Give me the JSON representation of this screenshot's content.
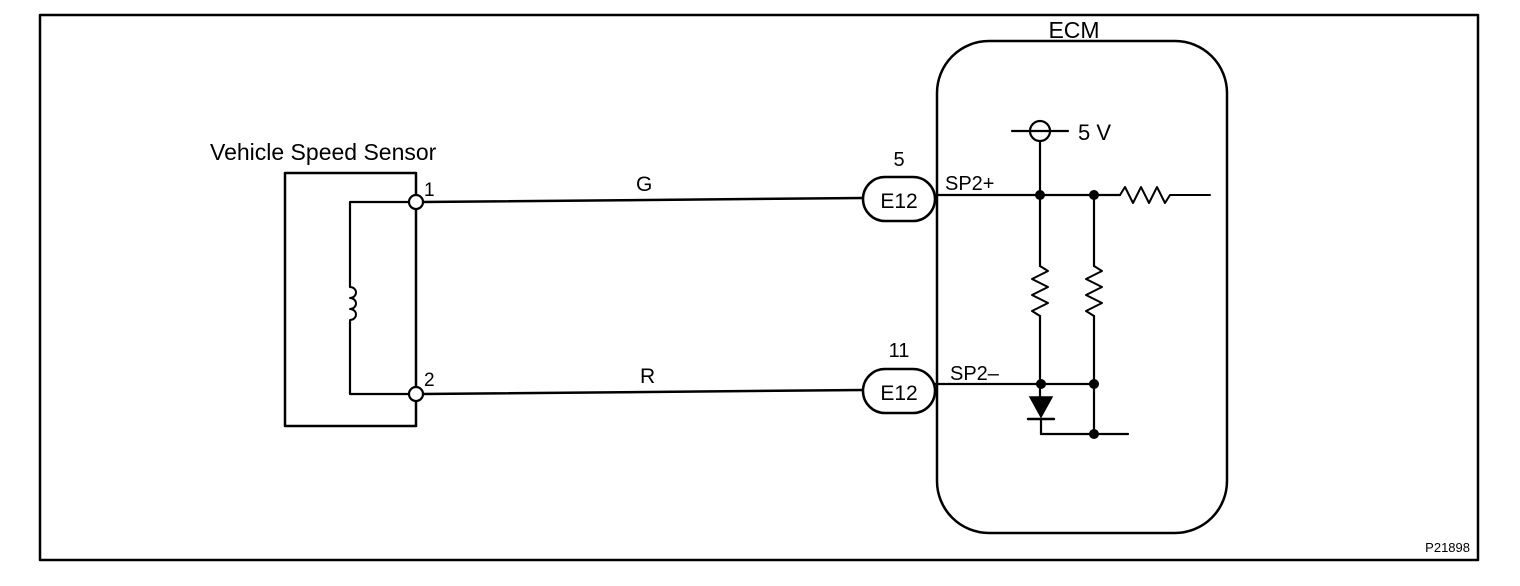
{
  "sensor": {
    "title": "Vehicle Speed Sensor",
    "pin1": "1",
    "pin2": "2"
  },
  "wires": {
    "top_color": "G",
    "bottom_color": "R"
  },
  "connectors": [
    {
      "pin": "5",
      "code": "E12",
      "signal": "SP2+"
    },
    {
      "pin": "11",
      "code": "E12",
      "signal": "SP2–"
    }
  ],
  "ecm": {
    "title": "ECM",
    "supply": "5 V"
  },
  "figure_code": "P21898"
}
